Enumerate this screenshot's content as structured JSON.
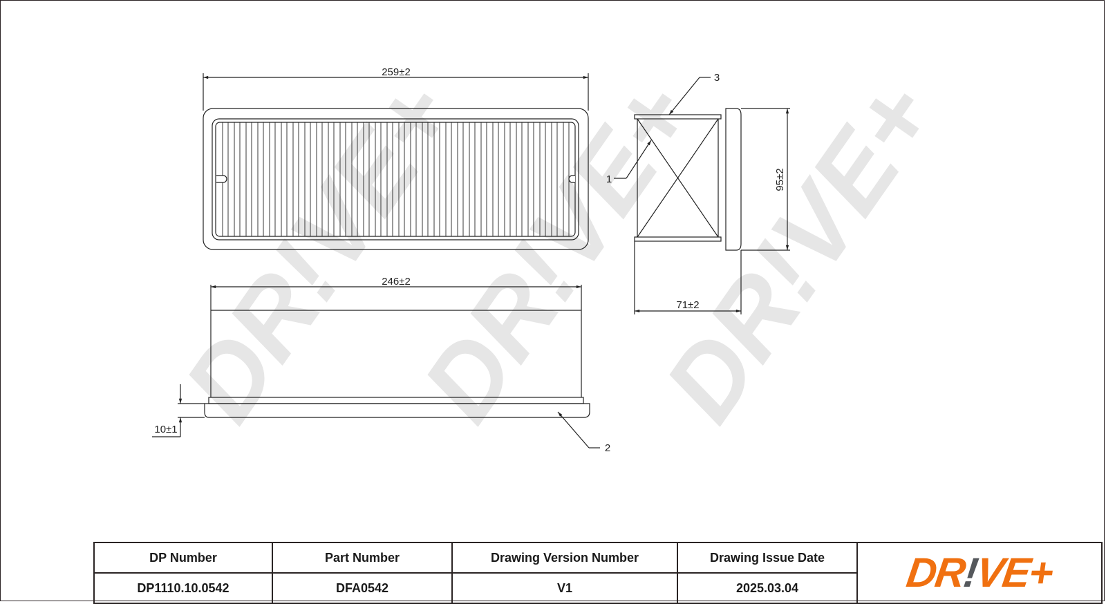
{
  "drawing": {
    "dimensions": {
      "top_length": "259±2",
      "side_length": "246±2",
      "height": "95±2",
      "depth": "71±2",
      "flange": "10±1"
    },
    "callouts": {
      "c1": "1",
      "c2": "2",
      "c3": "3"
    },
    "watermark": "DR!VE+"
  },
  "title_block": {
    "headers": [
      "DP Number",
      "Part Number",
      "Drawing Version Number",
      "Drawing Issue Date"
    ],
    "values": [
      "DP1110.10.0542",
      "DFA0542",
      "V1",
      "2025.03.04"
    ],
    "logo": {
      "part1": "DR",
      "bang": "!",
      "part2": "VE+",
      "brand_color": "#f07010",
      "accent_color": "#55585c"
    }
  }
}
